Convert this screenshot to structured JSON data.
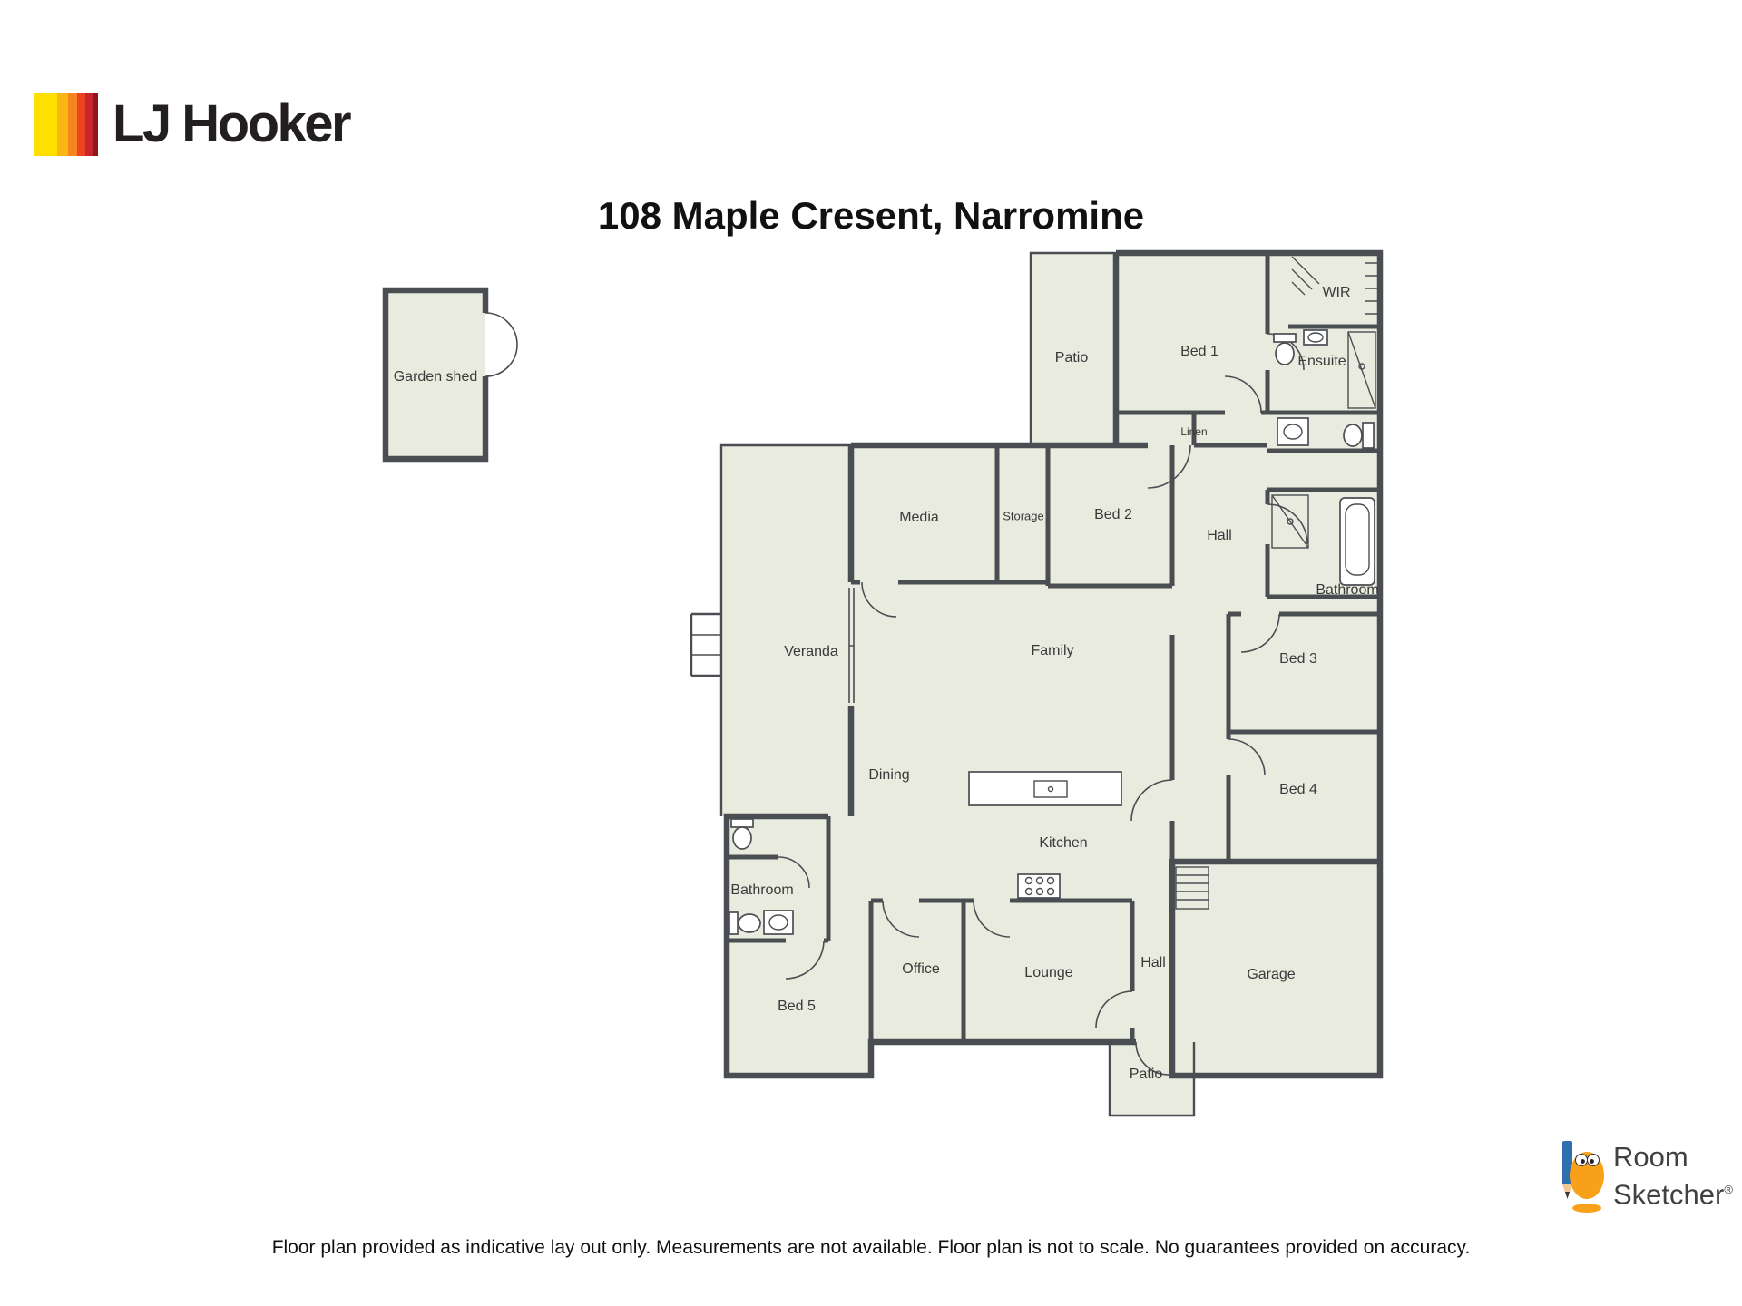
{
  "page": {
    "title": "108 Maple Cresent, Narromine",
    "disclaimer": "Floor plan provided as indicative lay out only. Measurements are not available. Floor plan is not to scale. No guarantees provided on accuracy.",
    "background": "#ffffff"
  },
  "branding": {
    "agency_name": "LJ Hooker",
    "logo_bars": [
      {
        "color": "#ffdf00",
        "width": 25
      },
      {
        "color": "#fbb614",
        "width": 12
      },
      {
        "color": "#f6851f",
        "width": 10
      },
      {
        "color": "#ef4223",
        "width": 9
      },
      {
        "color": "#c9252c",
        "width": 8
      },
      {
        "color": "#8e191c",
        "width": 6
      }
    ]
  },
  "watermark": {
    "line1": "Room",
    "line2": "Sketcher",
    "registered": "®"
  },
  "floorplan": {
    "wall_color": "#4a4e52",
    "floor_color": "#e9ebdf",
    "label_color": "#3a3a3a",
    "rooms": [
      {
        "label": "Garden shed"
      },
      {
        "label": "Patio"
      },
      {
        "label": "Bed 1"
      },
      {
        "label": "WIR"
      },
      {
        "label": "Ensuite"
      },
      {
        "label": "Linen"
      },
      {
        "label": "Media"
      },
      {
        "label": "Storage"
      },
      {
        "label": "Bed 2"
      },
      {
        "label": "Hall"
      },
      {
        "label": "Bathroom"
      },
      {
        "label": "Veranda"
      },
      {
        "label": "Family"
      },
      {
        "label": "Bed 3"
      },
      {
        "label": "Dining"
      },
      {
        "label": "Kitchen"
      },
      {
        "label": "Bed 4"
      },
      {
        "label": "Bathroom"
      },
      {
        "label": "Bed 5"
      },
      {
        "label": "Office"
      },
      {
        "label": "Lounge"
      },
      {
        "label": "Hall"
      },
      {
        "label": "Garage"
      },
      {
        "label": "Patio"
      }
    ],
    "fixtures": [
      "toilet-icon",
      "sink-icon",
      "shower-icon",
      "bathtub-icon",
      "kitchen-island-icon",
      "stove-icon",
      "stairs-icon",
      "door-swing-arc",
      "sliding-door",
      "wardrobe-hatching",
      "steps-icon"
    ]
  }
}
